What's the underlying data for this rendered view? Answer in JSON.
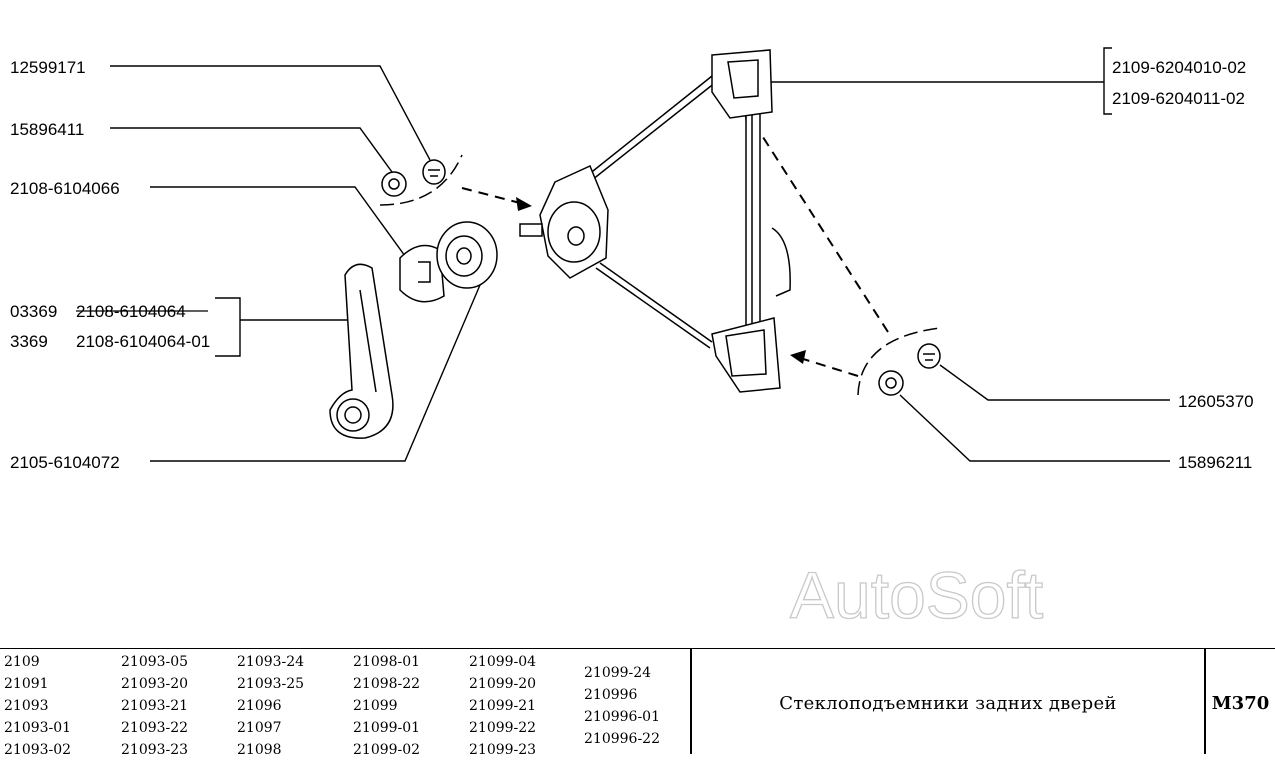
{
  "labels": {
    "p12599171": "12599171",
    "p15896411": "15896411",
    "p2108_6104066": "2108-6104066",
    "p03369": "03369",
    "p2108_6104064": "2108-6104064",
    "p3369": "3369",
    "p2108_6104064_01": "2108-6104064-01",
    "p2105_6104072": "2105-6104072",
    "p2109_6204010_02": "2109-6204010-02",
    "p2109_6204011_02": "2109-6204011-02",
    "p12605370": "12605370",
    "p15896211": "15896211"
  },
  "watermark": "AutoSoft",
  "footer": {
    "models": [
      [
        "2109",
        "21091",
        "21093",
        "21093-01",
        "21093-02"
      ],
      [
        "21093-05",
        "21093-20",
        "21093-21",
        "21093-22",
        "21093-23"
      ],
      [
        "21093-24",
        "21093-25",
        "21096",
        "21097",
        "21098"
      ],
      [
        "21098-01",
        "21098-22",
        "21099",
        "21099-01",
        "21099-02"
      ],
      [
        "21099-04",
        "21099-20",
        "21099-21",
        "21099-22",
        "21099-23"
      ],
      [
        "21099-24",
        "210996",
        "210996-01",
        "210996-22"
      ]
    ],
    "title": "Стеклоподъемники задних дверей",
    "code": "M370"
  }
}
